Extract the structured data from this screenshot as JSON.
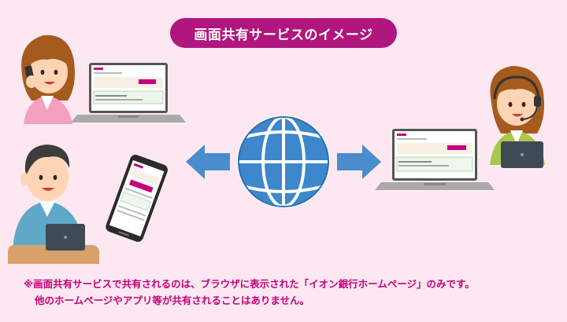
{
  "title": "画面共有サービスのイメージ",
  "note": {
    "line1": "※画面共有サービスで共有されるのは、ブラウザに表示された「イオン銀行ホームページ」のみです。",
    "line2": "他のホームページやアプリ等が共有されることはありません。"
  },
  "colors": {
    "title_bg": "#b0167d",
    "note_text": "#c4007a",
    "arrow": "#4a8ccc",
    "globe": "#3d87cc",
    "background": "#fde8f2"
  },
  "icons": [
    "globe-icon",
    "arrow-left-icon",
    "arrow-right-icon",
    "laptop-icon",
    "smartphone-icon",
    "headset-icon"
  ]
}
